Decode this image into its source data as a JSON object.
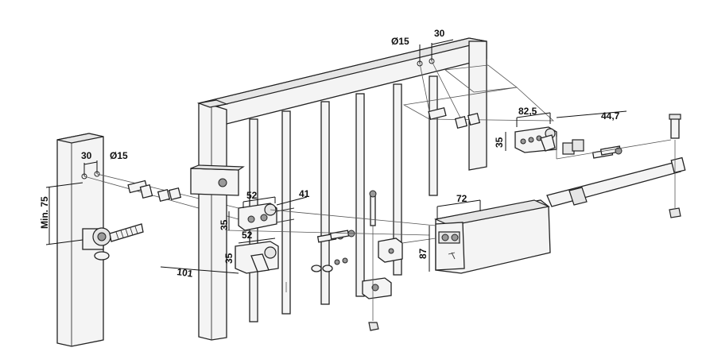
{
  "dimensions": {
    "post_spacing": "30",
    "post_hole_diameter": "Ø15",
    "post_min_height": "Min. 75",
    "top_hole_diameter": "Ø15",
    "top_spacing": "30",
    "bracket_width": "52",
    "bracket_depth": "41",
    "bracket_height": "35",
    "lower_bracket_width": "52",
    "lower_bracket_height": "35",
    "lower_bracket_length": "101",
    "rear_bracket_length": "82,5",
    "rear_bracket_offset": "44,7",
    "rear_bracket_height": "35",
    "motor_width": "72",
    "motor_height": "87"
  }
}
